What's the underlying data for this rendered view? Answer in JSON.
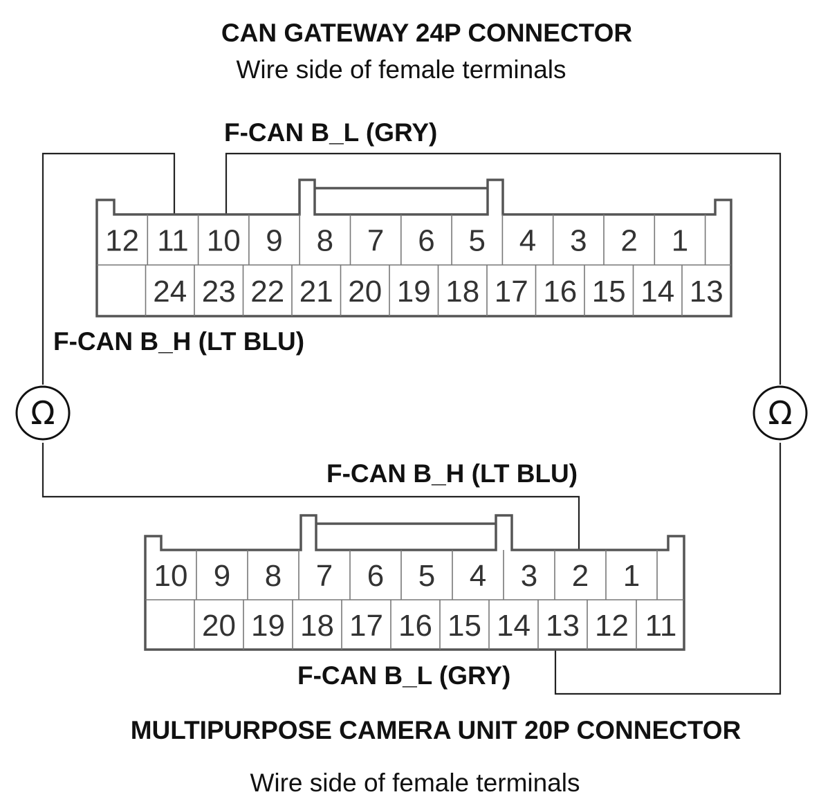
{
  "gateway": {
    "title": "CAN GATEWAY 24P CONNECTOR",
    "subtitle": "Wire side of female terminals",
    "top_row": [
      "12",
      "11",
      "10",
      "9",
      "8",
      "7",
      "6",
      "5",
      "4",
      "3",
      "2",
      "1"
    ],
    "bottom_row": [
      "24",
      "23",
      "22",
      "21",
      "20",
      "19",
      "18",
      "17",
      "16",
      "15",
      "14",
      "13"
    ],
    "label_low": "F-CAN B_L (GRY)",
    "label_high": "F-CAN B_H (LT BLU)"
  },
  "camera": {
    "title": "MULTIPURPOSE CAMERA UNIT 20P CONNECTOR",
    "subtitle": "Wire side of female terminals",
    "top_row": [
      "10",
      "9",
      "8",
      "7",
      "6",
      "5",
      "4",
      "3",
      "2",
      "1"
    ],
    "bottom_row": [
      "20",
      "19",
      "18",
      "17",
      "16",
      "15",
      "14",
      "13",
      "12",
      "11"
    ],
    "label_high": "F-CAN B_H (LT BLU)",
    "label_low": "F-CAN B_L (GRY)"
  },
  "meters": {
    "left_symbol": "Ω",
    "right_symbol": "Ω"
  }
}
